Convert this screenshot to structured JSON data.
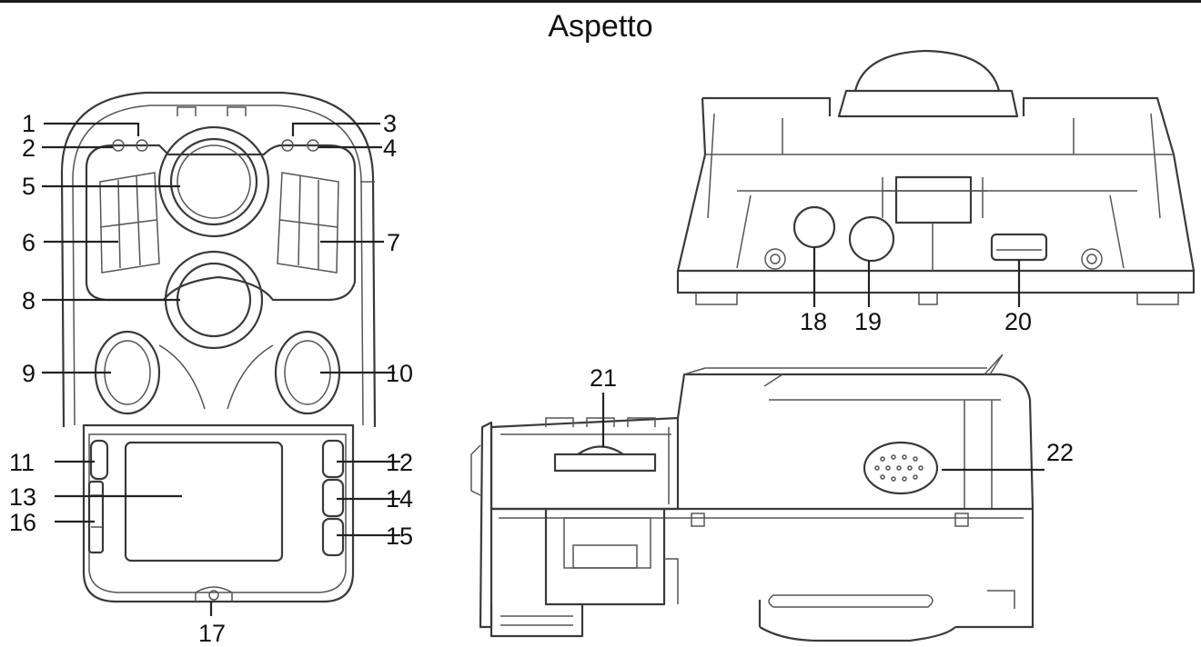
{
  "title": "Aspetto",
  "colors": {
    "line": "#222222",
    "outline": "#3a3a3a",
    "background": "#ffffff"
  },
  "callouts": [
    "1",
    "2",
    "3",
    "4",
    "5",
    "6",
    "7",
    "8",
    "9",
    "10",
    "11",
    "12",
    "13",
    "14",
    "15",
    "16",
    "17",
    "18",
    "19",
    "20",
    "21",
    "22"
  ],
  "views": {
    "front": {
      "callouts": [
        "1",
        "2",
        "3",
        "4",
        "5",
        "6",
        "7",
        "8",
        "9",
        "10",
        "11",
        "12",
        "13",
        "14",
        "15",
        "16",
        "17"
      ]
    },
    "bottom": {
      "callouts": [
        "18",
        "19",
        "20"
      ]
    },
    "side": {
      "callouts": [
        "21",
        "22"
      ]
    }
  }
}
